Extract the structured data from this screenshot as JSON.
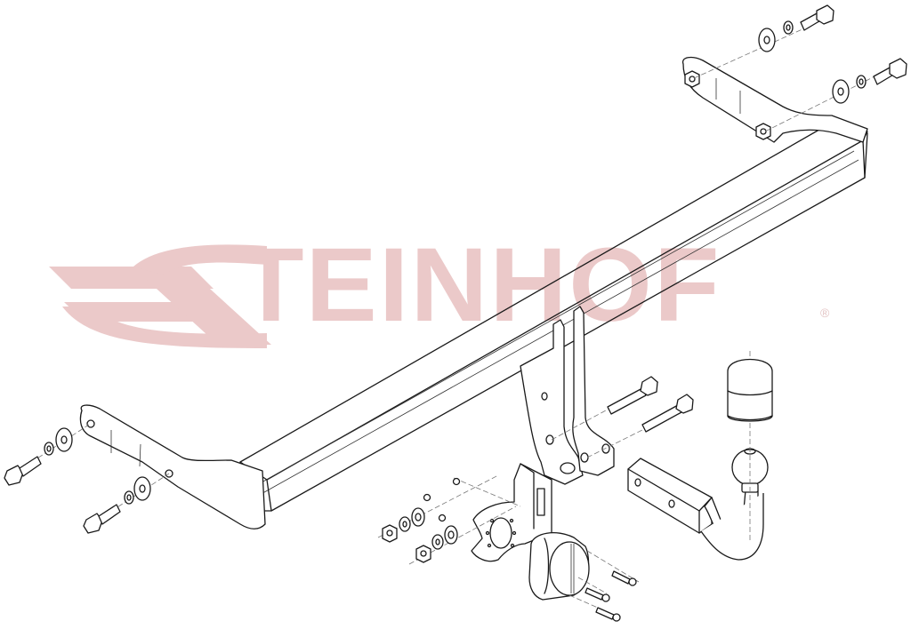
{
  "figure": {
    "type": "exploded-assembly-drawing",
    "subject": "towbar with detachable ball, electrical socket bracket and mounting hardware"
  },
  "watermark": {
    "brand_text": "STEINHOF",
    "letters_after_logo": "TEINHOF",
    "registered_mark": "®",
    "color": "#e8c4c4"
  },
  "colors": {
    "line": "#1a1a1a",
    "background": "#ffffff",
    "dash": "#777777"
  },
  "parts": [
    {
      "id": "crossbeam",
      "label": "crossbeam"
    },
    {
      "id": "left-side-bracket",
      "label": "left side bracket"
    },
    {
      "id": "right-side-bracket",
      "label": "right side bracket"
    },
    {
      "id": "center-mount-plates",
      "label": "center mount plates"
    },
    {
      "id": "ball-neck",
      "label": "ball neck"
    },
    {
      "id": "ball-cap",
      "label": "ball cover cap"
    },
    {
      "id": "socket-bracket",
      "label": "socket bracket"
    },
    {
      "id": "electrical-socket",
      "label": "electrical socket"
    },
    {
      "id": "bolts",
      "label": "bolts"
    },
    {
      "id": "washers",
      "label": "washers"
    },
    {
      "id": "nuts",
      "label": "nuts"
    }
  ]
}
